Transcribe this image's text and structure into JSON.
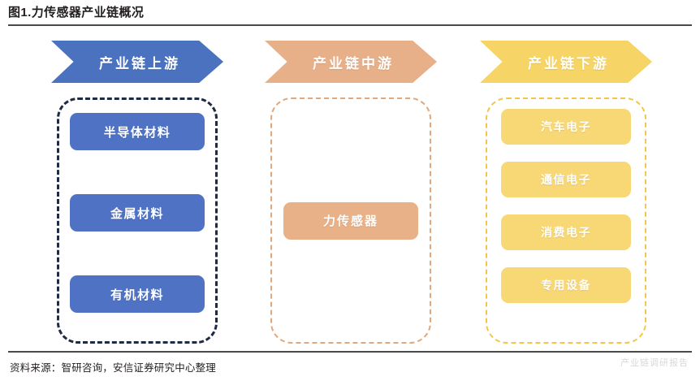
{
  "figure": {
    "title": "图1.力传感器产业链概况",
    "source_note": "资料来源：智研咨询，安信证券研究中心整理",
    "watermark": "产业链调研报告"
  },
  "colors": {
    "upstream_banner": "#4a72bf",
    "upstream_pill": "#4f72c4",
    "upstream_dashed_border": "#1f2a44",
    "midstream_banner": "#e8b088",
    "midstream_pill": "#e9b187",
    "midstream_dashed_border": "#e0a87e",
    "downstream_banner": "#f6d566",
    "downstream_pill": "#f8d775",
    "downstream_dashed_border": "#f0c74b",
    "rule": "#4a4a4a",
    "title_text": "#231f20",
    "pill_text": "#ffffff"
  },
  "columns": [
    {
      "key": "upstream",
      "banner_label": "产业链上游",
      "items": [
        {
          "label": "半导体材料"
        },
        {
          "label": "金属材料"
        },
        {
          "label": "有机材料"
        }
      ]
    },
    {
      "key": "midstream",
      "banner_label": "产业链中游",
      "items": [
        {
          "label": "力传感器"
        }
      ]
    },
    {
      "key": "downstream",
      "banner_label": "产业链下游",
      "items": [
        {
          "label": "汽车电子"
        },
        {
          "label": "通信电子"
        },
        {
          "label": "消费电子"
        },
        {
          "label": "专用设备"
        }
      ]
    }
  ]
}
